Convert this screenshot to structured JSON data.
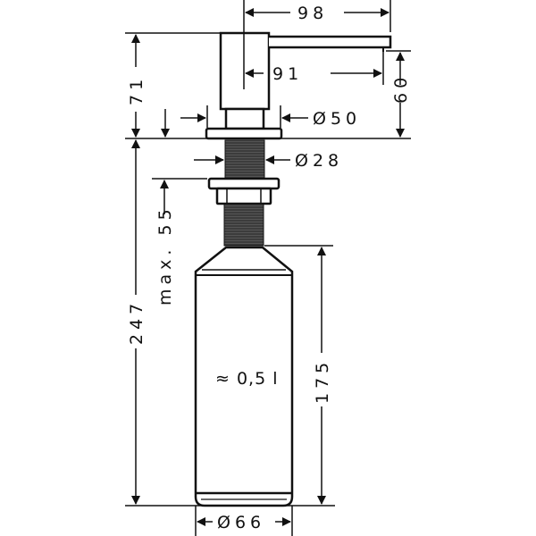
{
  "drawing": {
    "subject": "soap dispenser technical drawing",
    "stroke_color": "#111111",
    "background": "#ffffff"
  },
  "dimensions": {
    "spout_reach_overall": "98",
    "spout_reach_center": "91",
    "head_height": "71",
    "spout_clearance": "60",
    "collar_diameter": "Ø50",
    "thread_diameter": "Ø28",
    "max_counter_thickness": "max. 55",
    "total_below_counter": "247",
    "bottle_height": "175",
    "bottle_diameter": "Ø66"
  },
  "capacity_label": "≈ 0,5 l"
}
